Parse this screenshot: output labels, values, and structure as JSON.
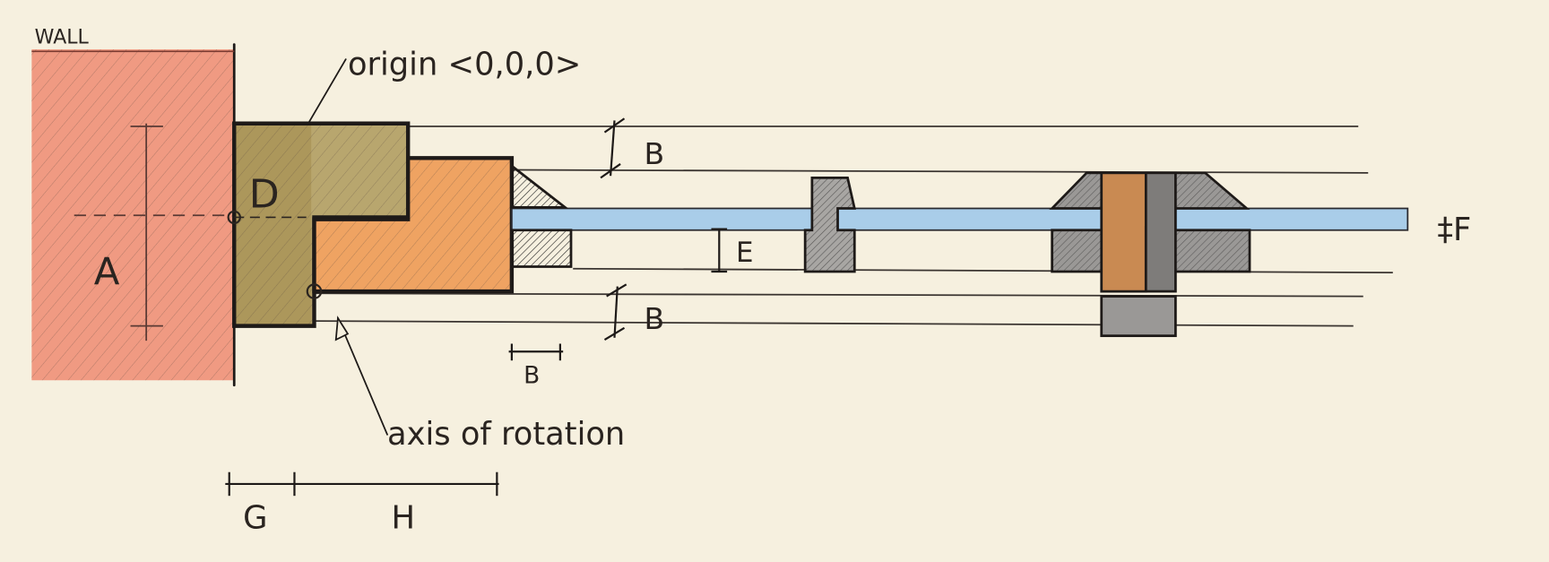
{
  "labels": {
    "wall": "WALL",
    "origin": "origin <0,0,0>",
    "axis": "axis of rotation",
    "a": "A",
    "d": "D",
    "b_top": "B",
    "b_bottom": "B",
    "b_width": "B",
    "e": "E",
    "f": "‡F",
    "g": "G",
    "h": "H"
  },
  "colors": {
    "paper": "#f6f0df",
    "wall": "#f09a82",
    "olive": "#b8a66e",
    "olive_dark": "#a48d4e",
    "orange": "#efa362",
    "gray": "#9a9896",
    "rod": "#a9cde9"
  }
}
